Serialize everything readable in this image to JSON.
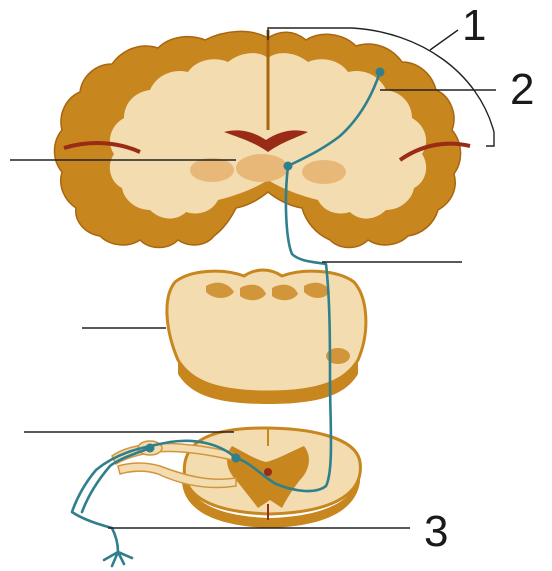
{
  "labels": {
    "one": "1",
    "two": "2",
    "three": "3"
  },
  "colors": {
    "cortex_grey_matter": "#c8861f",
    "white_matter": "#f3dcb0",
    "nucleus": "#e7b877",
    "tract": "#2f7f8c",
    "ventricle": "#9a2b16"
  }
}
